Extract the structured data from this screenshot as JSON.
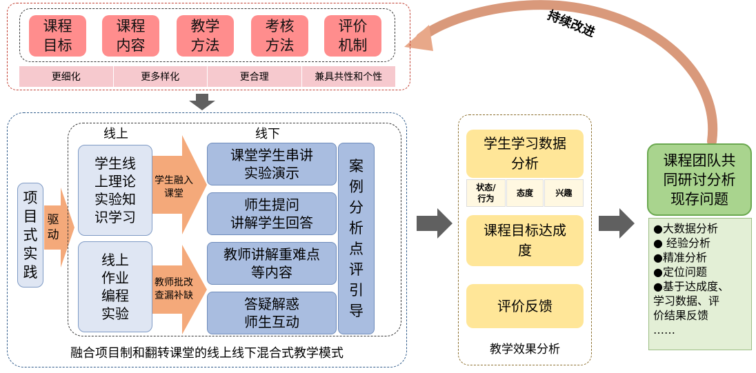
{
  "top": {
    "boxes": [
      "课程\n目标",
      "课程\n内容",
      "教学\n方法",
      "考核\n方法",
      "评价\n机制"
    ],
    "bar": [
      "更细化",
      "更多样化",
      "更合理",
      "兼具共性和个性"
    ]
  },
  "feedback_label": "持续改进",
  "left": {
    "project_practice": "项\n目\n式\n实\n践",
    "drive": "驱\n动",
    "online_header": "线上",
    "offline_header": "线下",
    "online_box1": "学生线\n上理论\n实验知\n识学习",
    "online_box2": "线上\n作业\n编程\n实验",
    "arrow_label1": "学生融入\n课堂",
    "arrow_label2": "教师批改\n查漏补缺",
    "offline": [
      "课堂学生串讲\n实验演示",
      "师生提问\n讲解学生回答",
      "教师讲解重难点\n等内容",
      "答疑解惑\n师生互动"
    ],
    "case_box": "案\n例\n分\n析\n点\n评\n引\n导",
    "caption": "融合项目制和翻转课堂的线上线下混合式教学模式"
  },
  "middle": {
    "data_analysis": "学生学习数据\n分析",
    "tags": [
      "状态/\n行为",
      "态度",
      "兴趣"
    ],
    "goal_achievement": "课程目标达成\n度",
    "feedback": "评价反馈",
    "caption": "教学效果分析"
  },
  "right": {
    "team": "课程团队共\n同研讨分析\n现存问题",
    "list": [
      "●大数据分析",
      "● 经验分析",
      "●精准分析",
      "●定位问题",
      "●基于达成度、",
      "学习数据、评",
      "价结果反馈",
      "……"
    ]
  }
}
